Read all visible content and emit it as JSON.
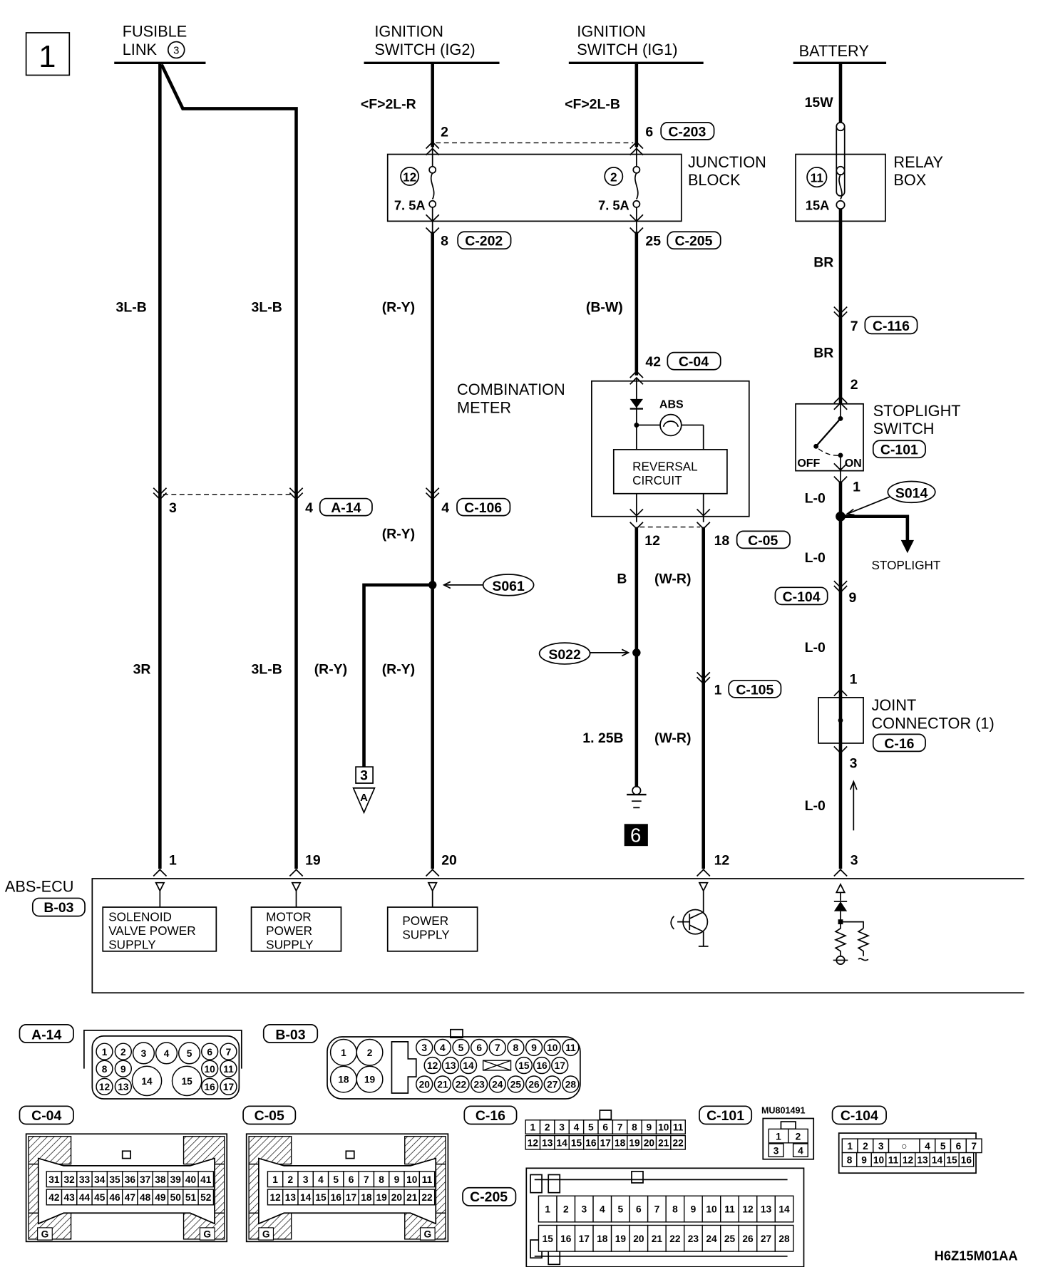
{
  "page_label": "1",
  "diagram_code": "H6Z15M01AA",
  "sources": {
    "fusible_link": {
      "line1": "FUSIBLE",
      "line2": "LINK",
      "number": "3"
    },
    "ig2": {
      "line1": "IGNITION",
      "line2": "SWITCH (IG2)"
    },
    "ig1": {
      "line1": "IGNITION",
      "line2": "SWITCH (IG1)"
    },
    "battery": {
      "label": "BATTERY"
    }
  },
  "wires": {
    "fl_a_top": "3L-B",
    "fl_b_top": "3L-B",
    "fl_a_bottom": "3R",
    "fl_b_bottom": "3L-B",
    "ig2_top": "<F>2L-R",
    "ig2_mid": "(R-Y)",
    "ig2_lower": "(R-Y)",
    "ig2_branch": "(R-Y)",
    "ig2_bottom": "(R-Y)",
    "ig1_top": "<F>2L-B",
    "ig1_mid": "(B-W)",
    "gnd_upper": "B",
    "gnd_lower": "1. 25B",
    "wr_upper": "(W-R)",
    "wr_lower": "(W-R)",
    "bat_top": "15W",
    "bat_mid": "BR",
    "bat_lower": "BR",
    "lo_1": "L-0",
    "lo_2": "L-0",
    "lo_3": "L-0",
    "lo_4": "L-0"
  },
  "pins": {
    "jb_in_ig2": "2",
    "jb_in_ig1": "6",
    "jb_in_conn": "C-203",
    "jb_out_ig2": "8",
    "jb_out_ig2_conn": "C-202",
    "jb_out_ig1": "25",
    "jb_out_ig1_conn": "C-205",
    "meter_in": "42",
    "meter_in_conn": "C-04",
    "meter_out_a": "12",
    "meter_out_b": "18",
    "meter_out_conn": "C-05",
    "a14_a": "3",
    "a14_b": "4",
    "a14_conn": "A-14",
    "c106_pin": "4",
    "c106_conn": "C-106",
    "c105_pin": "1",
    "c105_conn": "C-105",
    "c116_pin": "7",
    "c116_conn": "C-116",
    "sw_in": "2",
    "sw_out": "1",
    "c104_pin": "9",
    "c104_conn": "C-104",
    "jc_in": "1",
    "jc_out": "3",
    "ecu_1": "1",
    "ecu_19": "19",
    "ecu_20": "20",
    "ecu_12": "12",
    "ecu_3": "3"
  },
  "components": {
    "junction_block": {
      "line1": "JUNCTION",
      "line2": "BLOCK",
      "fuse_a_no": "12",
      "fuse_a_rating": "7. 5A",
      "fuse_b_no": "2",
      "fuse_b_rating": "7. 5A"
    },
    "relay_box": {
      "line1": "RELAY",
      "line2": "BOX",
      "fuse_no": "11",
      "fuse_rating": "15A"
    },
    "combination_meter": {
      "line1": "COMBINATION",
      "line2": "METER",
      "lamp_label": "ABS",
      "reversal_line1": "REVERSAL",
      "reversal_line2": "CIRCUIT"
    },
    "stoplight_switch": {
      "line1": "STOPLIGHT",
      "line2": "SWITCH",
      "conn": "C-101",
      "off": "OFF",
      "on": "ON"
    },
    "joint_connector": {
      "line1": "JOINT",
      "line2": "CONNECTOR (1)",
      "conn": "C-16"
    },
    "stoplight_branch": "STOPLIGHT",
    "splices": {
      "s014": "S014",
      "s061": "S061",
      "s022": "S022"
    },
    "ref_box": {
      "number": "3",
      "letter": "A"
    },
    "ground_no": "6",
    "abs_ecu": {
      "label": "ABS-ECU",
      "conn": "B-03",
      "blocks": [
        {
          "lines": [
            "SOLENOID",
            "VALVE POWER",
            "SUPPLY"
          ]
        },
        {
          "lines": [
            "MOTOR",
            "POWER",
            "SUPPLY"
          ]
        },
        {
          "lines": [
            "POWER",
            "SUPPLY"
          ]
        }
      ]
    }
  },
  "connectors": {
    "a14": {
      "label": "A-14",
      "pins": [
        "1",
        "2",
        "3",
        "4",
        "5",
        "6",
        "7",
        "8",
        "9",
        "10",
        "11",
        "12",
        "13",
        "14",
        "15",
        "16",
        "17"
      ]
    },
    "b03": {
      "label": "B-03",
      "pins": [
        "1",
        "2",
        "18",
        "19",
        "3",
        "4",
        "5",
        "6",
        "7",
        "8",
        "9",
        "10",
        "11",
        "12",
        "13",
        "14",
        "15",
        "16",
        "17",
        "20",
        "21",
        "22",
        "23",
        "24",
        "25",
        "26",
        "27",
        "28"
      ]
    },
    "c04": {
      "label": "C-04",
      "row1": [
        "31",
        "32",
        "33",
        "34",
        "35",
        "36",
        "37",
        "38",
        "39",
        "40",
        "41"
      ],
      "row2": [
        "42",
        "43",
        "44",
        "45",
        "46",
        "47",
        "48",
        "49",
        "50",
        "51",
        "52"
      ],
      "guide": "G"
    },
    "c05": {
      "label": "C-05",
      "row1": [
        "1",
        "2",
        "3",
        "4",
        "5",
        "6",
        "7",
        "8",
        "9",
        "10",
        "11"
      ],
      "row2": [
        "12",
        "13",
        "14",
        "15",
        "16",
        "17",
        "18",
        "19",
        "20",
        "21",
        "22"
      ],
      "guide": "G"
    },
    "c16": {
      "label": "C-16",
      "row1": [
        "1",
        "2",
        "3",
        "4",
        "5",
        "6",
        "7",
        "8",
        "9",
        "10",
        "11"
      ],
      "row2": [
        "12",
        "13",
        "14",
        "15",
        "16",
        "17",
        "18",
        "19",
        "20",
        "21",
        "22"
      ]
    },
    "c101": {
      "label": "C-101",
      "part_no": "MU801491",
      "row1": [
        "1",
        "2"
      ],
      "row2": [
        "3",
        "4"
      ]
    },
    "c104": {
      "label": "C-104",
      "row1": [
        "1",
        "2",
        "3",
        "○",
        "4",
        "5",
        "6",
        "7"
      ],
      "row2": [
        "8",
        "9",
        "10",
        "11",
        "12",
        "13",
        "14",
        "15",
        "16"
      ]
    },
    "c205": {
      "label": "C-205",
      "row1": [
        "1",
        "2",
        "3",
        "4",
        "5",
        "6",
        "7",
        "8",
        "9",
        "10",
        "11",
        "12",
        "13",
        "14"
      ],
      "row2": [
        "15",
        "16",
        "17",
        "18",
        "19",
        "20",
        "21",
        "22",
        "23",
        "24",
        "25",
        "26",
        "27",
        "28"
      ]
    }
  }
}
